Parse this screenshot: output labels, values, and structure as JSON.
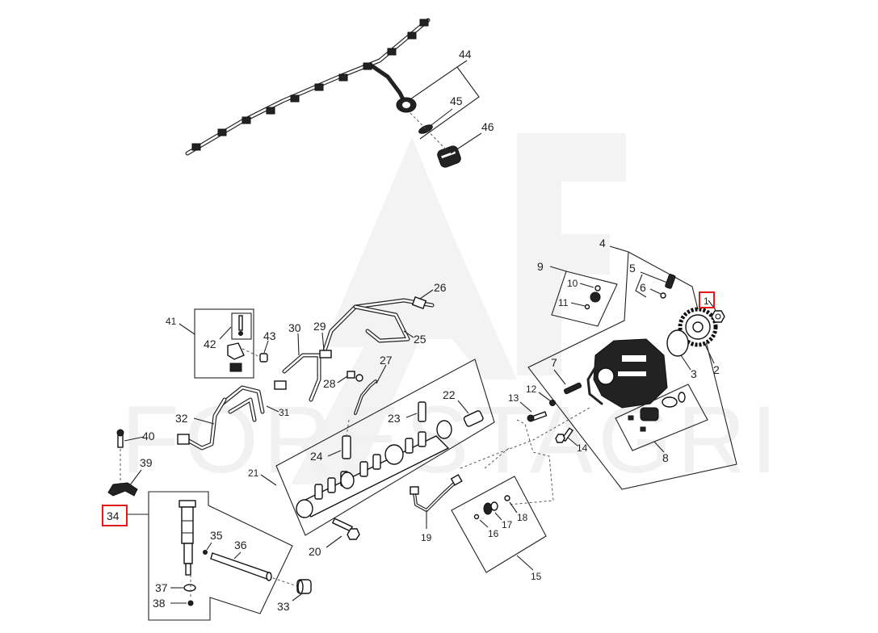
{
  "diagram": {
    "title": "Fuel injection system exploded parts diagram",
    "watermark": "FORESTAGRI",
    "highlight_color": "#e01b1b",
    "highlighted_callouts": [
      "1",
      "34"
    ],
    "callouts": {
      "c1": "1",
      "c2": "2",
      "c3": "3",
      "c4": "4",
      "c5": "5",
      "c6": "6",
      "c7": "7",
      "c8": "8",
      "c9": "9",
      "c10": "10",
      "c11": "11",
      "c12": "12",
      "c13": "13",
      "c14": "14",
      "c15": "15",
      "c16": "16",
      "c17": "17",
      "c18": "18",
      "c19": "19",
      "c20": "20",
      "c21": "21",
      "c22": "22",
      "c23": "23",
      "c24": "24",
      "c25": "25",
      "c26": "26",
      "c27": "27",
      "c28": "28",
      "c29": "29",
      "c30": "30",
      "c31": "31",
      "c32": "32",
      "c33": "33",
      "c34": "34",
      "c35": "35",
      "c36": "36",
      "c37": "37",
      "c38": "38",
      "c39": "39",
      "c40": "40",
      "c41": "41",
      "c42": "42",
      "c43": "43",
      "c44": "44",
      "c45": "45",
      "c46": "46"
    }
  }
}
